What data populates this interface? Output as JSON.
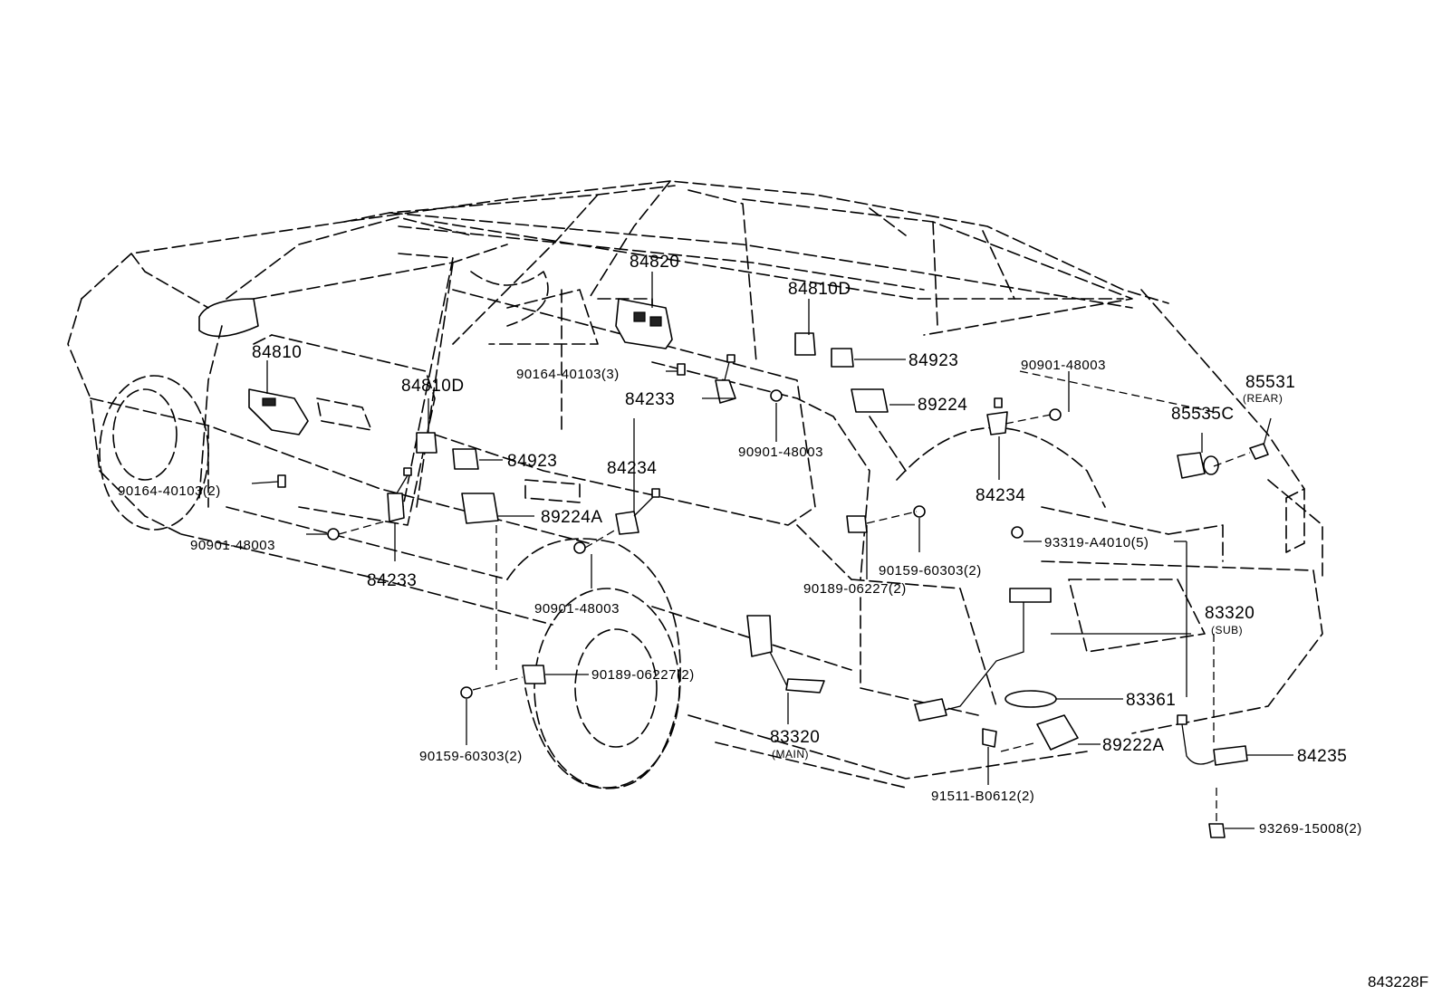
{
  "figure_id": "843228F",
  "labels": {
    "p84820": "84820",
    "p84810D_top": "84810D",
    "p84810": "84810",
    "p84810D_mid": "84810D",
    "p84923_right": "84923",
    "p90901_48003_top": "90901-48003",
    "p90164_40103_3": "90164-40103(3)",
    "p84233_top": "84233",
    "p89224": "89224",
    "p85531": "85531",
    "p85531_note": "(REAR)",
    "p85535C": "85535C",
    "p90901_48003_mid": "90901-48003",
    "p84923_left": "84923",
    "p84234_mid": "84234",
    "p84234_right": "84234",
    "p90164_40103_2": "90164-40103(2)",
    "p89224A": "89224A",
    "p90901_48003_left": "90901-48003",
    "p93319_A4010": "93319-A4010(5)",
    "p90159_60303_top": "90159-60303(2)",
    "p90189_06227_top": "90189-06227(2)",
    "p84233_bottom": "84233",
    "p90901_48003_bottom": "90901-48003",
    "p83320_sub": "83320",
    "p83320_sub_note": "(SUB)",
    "p90189_06227_bottom": "90189-06227(2)",
    "p83361": "83361",
    "p83320_main": "83320",
    "p83320_main_note": "(MAIN)",
    "p89222A": "89222A",
    "p84235": "84235",
    "p90159_60303_bottom": "90159-60303(2)",
    "p91511_B0612": "91511-B0612(2)",
    "p93269_15008": "93269-15008(2)"
  }
}
